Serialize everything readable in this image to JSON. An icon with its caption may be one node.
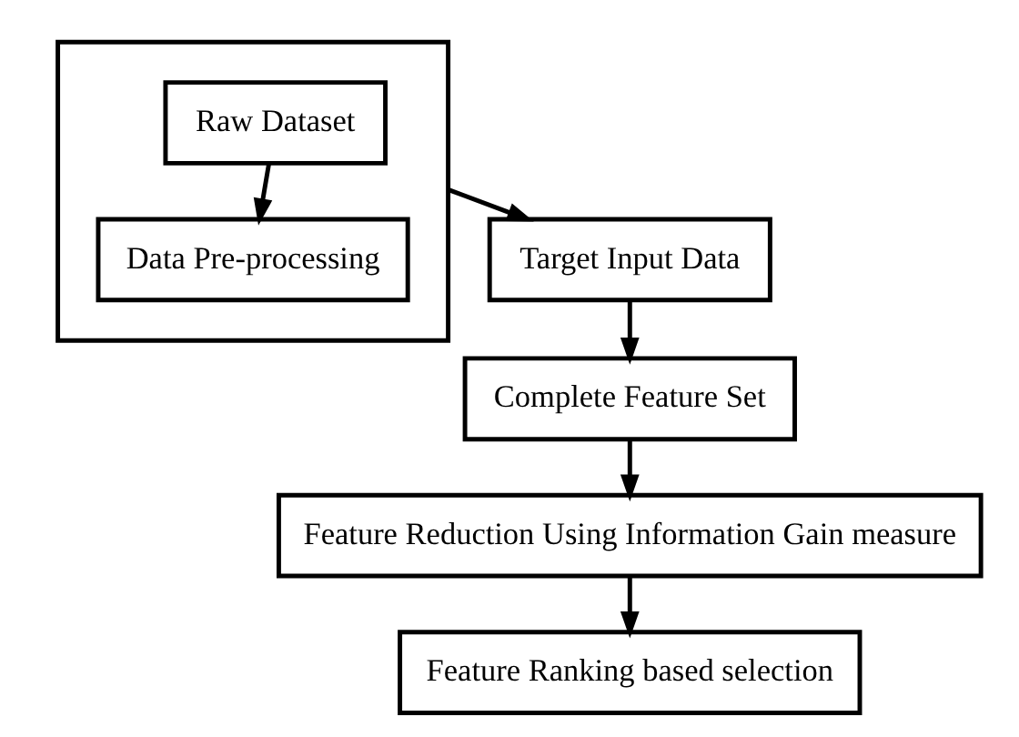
{
  "diagram": {
    "nodes": [
      {
        "text": [],
        "shape": "box"
      },
      {
        "text": [
          "Raw Dataset"
        ],
        "in": 0
      },
      {
        "text": [
          "Data Pre-processing"
        ],
        "in": 0
      },
      {
        "text": [
          "Target Input Data"
        ]
      },
      {
        "text": [
          "Complete Feature Set"
        ]
      },
      {
        "text": [
          "Feature Reduction Using Information Gain measure"
        ]
      },
      {
        "text": [
          "Feature Ranking based selection"
        ]
      }
    ],
    "edges": [
      {
        "from": 1,
        "to": 2,
        "arrow": "to"
      },
      {
        "from": 0,
        "to": 3,
        "arrow": "to"
      },
      {
        "from": 3,
        "to": 4,
        "arrow": "to"
      },
      {
        "from": 4,
        "to": 5,
        "arrow": "to"
      },
      {
        "from": 5,
        "to": 6,
        "arrow": "to"
      }
    ]
  }
}
